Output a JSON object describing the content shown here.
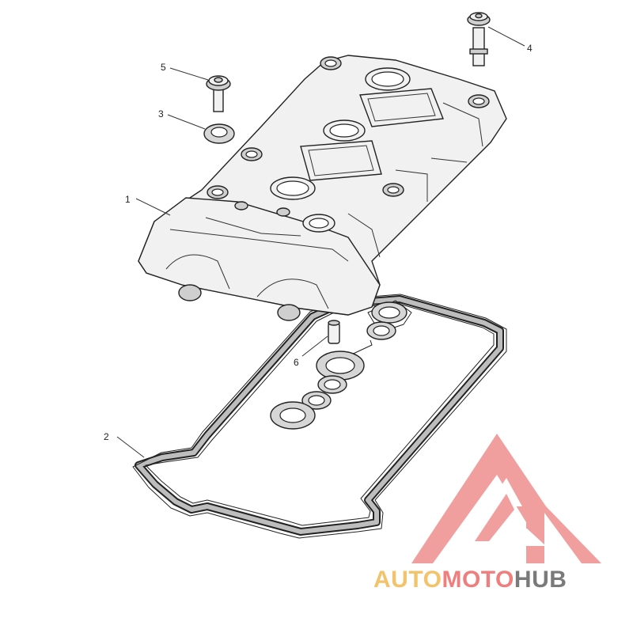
{
  "callouts": [
    {
      "id": "1",
      "label": "1"
    },
    {
      "id": "2",
      "label": "2"
    },
    {
      "id": "3",
      "label": "3"
    },
    {
      "id": "4",
      "label": "4"
    },
    {
      "id": "5",
      "label": "5"
    },
    {
      "id": "6",
      "label": "6"
    }
  ],
  "watermark": {
    "part1": "AUTO",
    "part2": "MOTO",
    "part3": "HUB",
    "color_part1": "#f2c36b",
    "color_part2": "#ef7f7f",
    "color_part3": "#7a7a7a",
    "logo_color": "#ef8e8e",
    "logo_icon": "triangle-m-logo-icon"
  }
}
